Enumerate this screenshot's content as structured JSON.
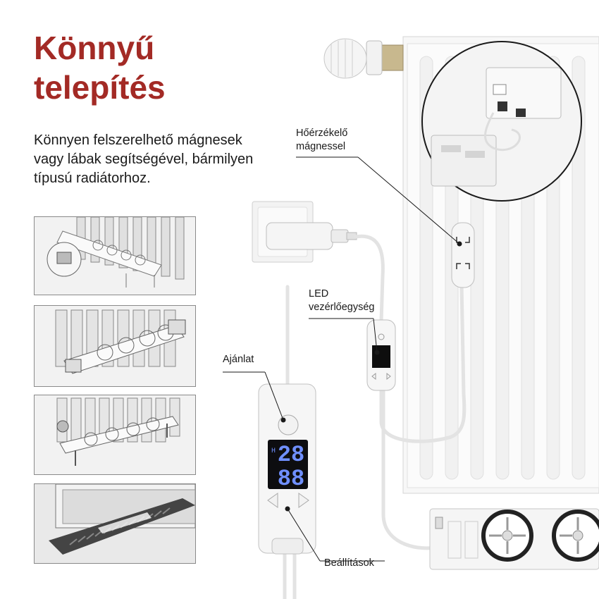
{
  "title": {
    "line1": "Könnyű",
    "line2": "telepítés"
  },
  "description": {
    "line1": "Könnyen felszerelhető mágnesek",
    "line2": "vagy lábak segítségével, bármilyen",
    "line3": "típusú radiátorhoz."
  },
  "callouts": {
    "sensor": {
      "line1": "Hőérzékelő",
      "line2": "mágnessel"
    },
    "led": {
      "line1": "LED",
      "line2": "vezérlőegység"
    },
    "offer": "Ajánlat",
    "settings": "Beállítások"
  },
  "display": {
    "top_digits": "28",
    "bottom_digits": "88",
    "mode_symbol": "H"
  },
  "colors": {
    "title": "#a32a25",
    "display_digits": "#6f8fff",
    "display_bg": "#0d0d10",
    "panel_bg": "#f2f2f2",
    "device": "#f4f4f4"
  },
  "icons": [
    "radiator-icon",
    "fan-icon",
    "power-plug-icon",
    "wall-socket-icon",
    "thermostat-head-icon",
    "arrow-left-icon",
    "arrow-right-icon"
  ]
}
